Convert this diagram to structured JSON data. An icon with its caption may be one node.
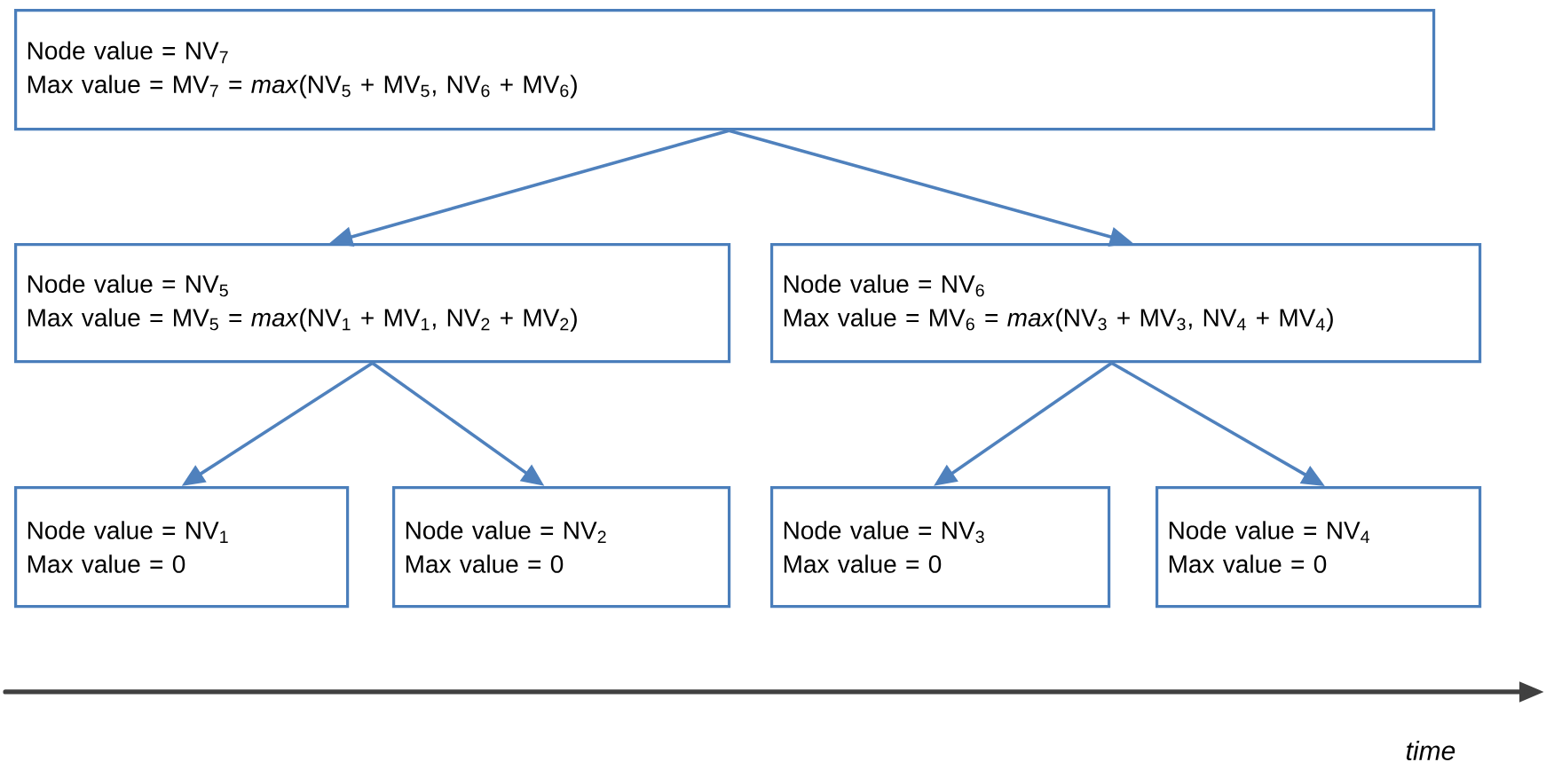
{
  "diagram": {
    "nodes": [
      {
        "text": [
          "Node value = NV$_{7}$",
          "Max value = MV$_{7}$ = *max*(NV$_{5}$ + MV$_{5}$, NV$_{6}$ + MV$_{6}$)"
        ]
      },
      {
        "text": [
          "Node value = NV$_{5}$",
          "Max value = MV$_{5}$ = *max*(NV$_{1}$ + MV$_{1}$, NV$_{2}$ + MV$_{2}$)"
        ]
      },
      {
        "text": [
          "Node value = NV$_{6}$",
          "Max value = MV$_{6}$ = *max*(NV$_{3}$ + MV$_{3}$, NV$_{4}$ + MV$_{4}$)"
        ]
      },
      {
        "text": [
          "Node value = NV$_{1}$",
          "Max value = 0"
        ]
      },
      {
        "text": [
          "Node value = NV$_{2}$",
          "Max value = 0"
        ]
      },
      {
        "text": [
          "Node value = NV$_{3}$",
          "Max value = 0"
        ]
      },
      {
        "text": [
          "Node value = NV$_{4}$",
          "Max value = 0"
        ]
      }
    ],
    "edges": [
      {
        "from": 0,
        "to": 1,
        "arrow": "to"
      },
      {
        "from": 0,
        "to": 2,
        "arrow": "to"
      },
      {
        "from": 1,
        "to": 3,
        "arrow": "to"
      },
      {
        "from": 1,
        "to": 4,
        "arrow": "to"
      },
      {
        "from": 2,
        "to": 5,
        "arrow": "to"
      },
      {
        "from": 2,
        "to": 6,
        "arrow": "to"
      }
    ],
    "labels": [
      "time"
    ]
  }
}
